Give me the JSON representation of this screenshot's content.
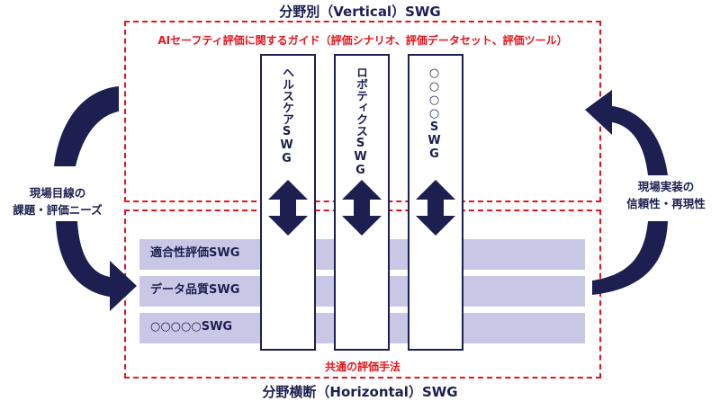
{
  "vertical": {
    "title": "分野別（Vertical）SWG",
    "guide_label": "AIセーフティ評価に関するガイド（評価シナリオ、評価データセット、評価ツール）"
  },
  "horizontal": {
    "title": "分野横断（Horizontal）SWG",
    "method_label": "共通の評価手法",
    "bars": [
      {
        "label": "適合性評価SWG"
      },
      {
        "label": "データ品質SWG"
      },
      {
        "label": "○○○○○SWG"
      }
    ]
  },
  "columns": [
    {
      "label": "ヘルスケアSWG"
    },
    {
      "label": "ロボティクスSWG"
    },
    {
      "label": "○○○○SWG"
    }
  ],
  "side": {
    "left_lines": [
      "現場目線の",
      "課題・評価ニーズ"
    ],
    "right_lines": [
      "現場実装の",
      "信頼性・再現性"
    ]
  },
  "colors": {
    "navy": "#1c1f4f",
    "red": "#e8141b",
    "bar": "#c8c8e6"
  }
}
